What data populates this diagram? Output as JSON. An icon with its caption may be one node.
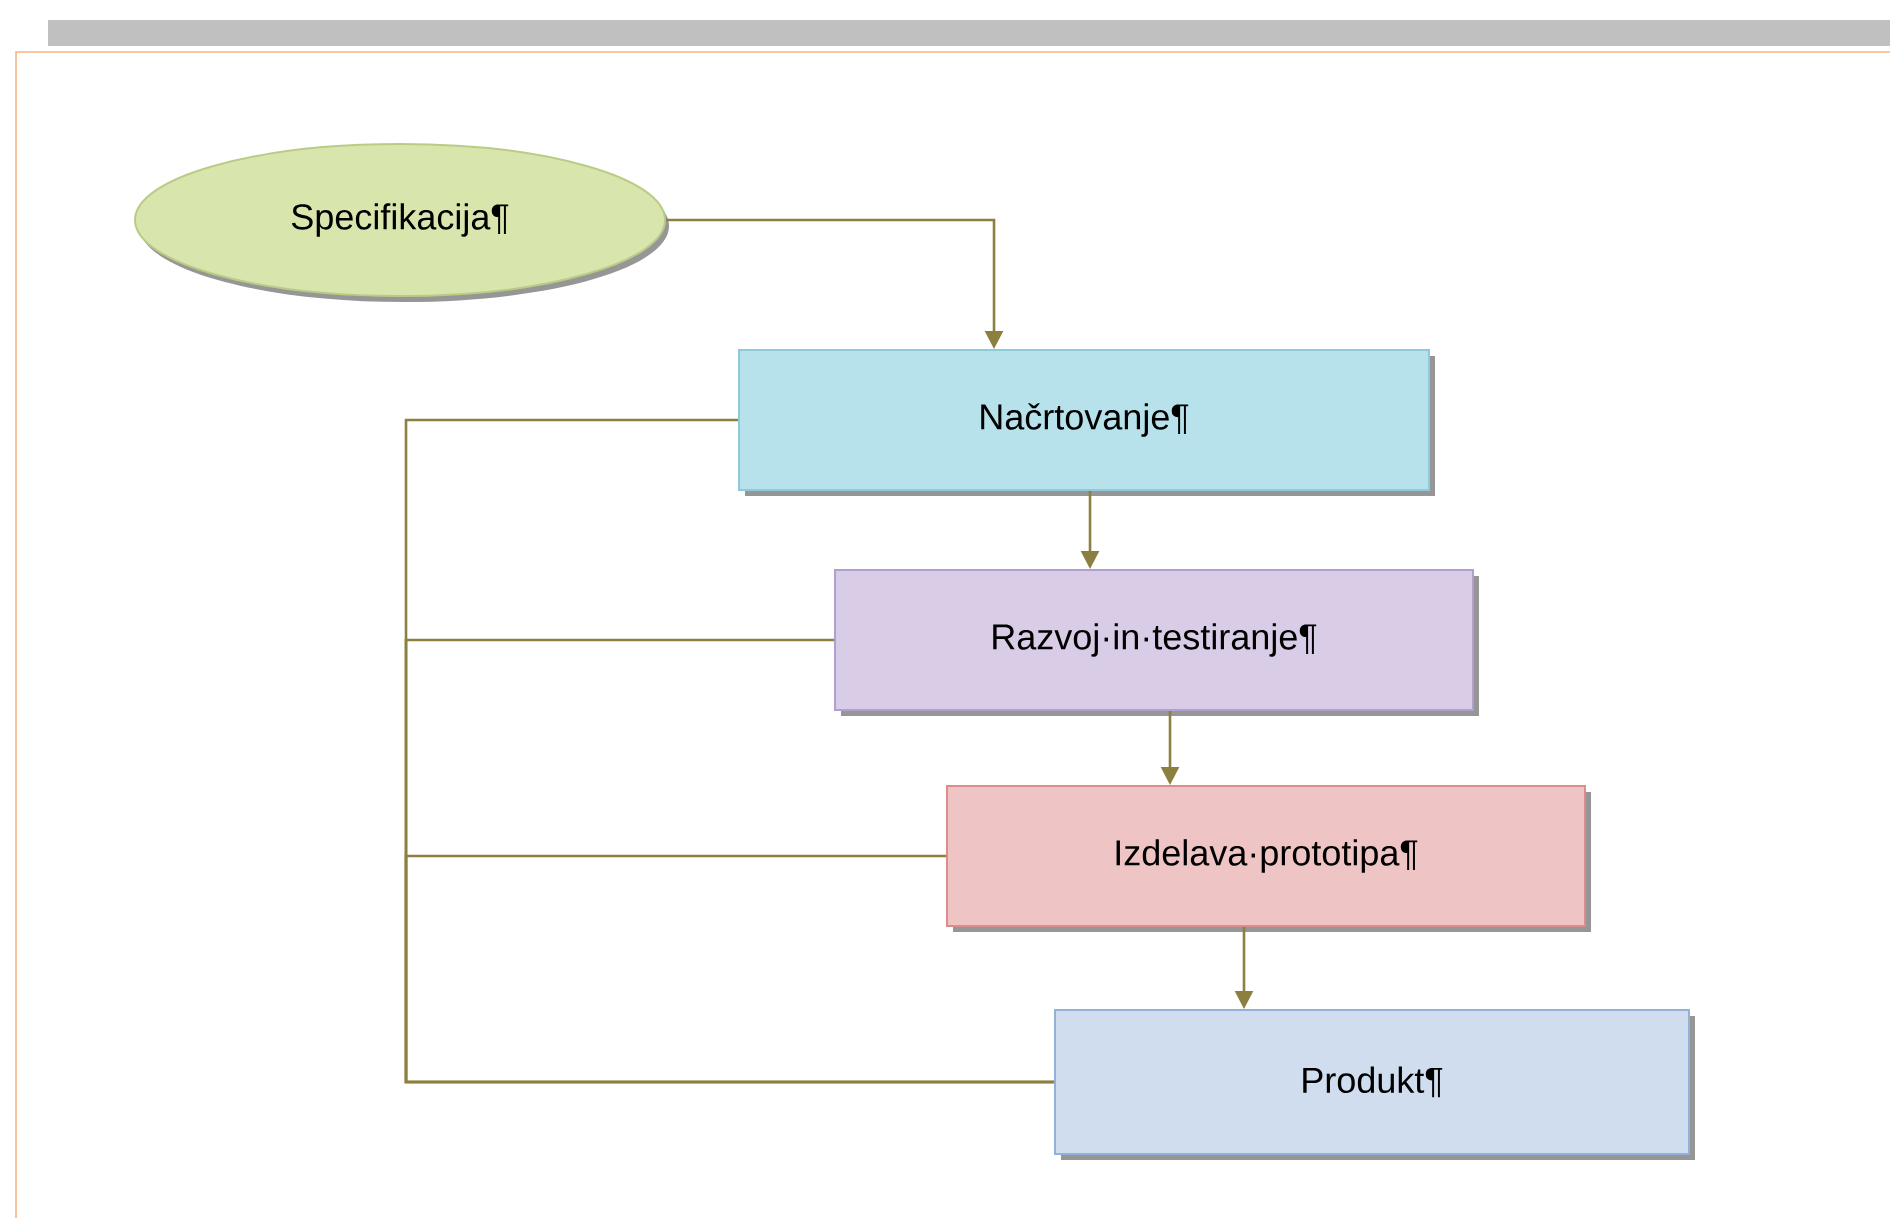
{
  "diagram": {
    "nodes": [
      {
        "text": [
          "Specifikacija¶"
        ]
      },
      {
        "text": [
          "Načrtovanje¶"
        ]
      },
      {
        "text": [
          "Razvoj·in·testiranje¶"
        ]
      },
      {
        "text": [
          "Izdelava·prototipa¶"
        ]
      },
      {
        "text": [
          "Produkt¶"
        ]
      }
    ],
    "edges": [
      {
        "from": 0,
        "to": 1,
        "arrow": "to"
      },
      {
        "from": 1,
        "to": 2,
        "arrow": "to"
      },
      {
        "from": 2,
        "to": 3,
        "arrow": "to"
      },
      {
        "from": 3,
        "to": 4,
        "arrow": "to"
      },
      {
        "from": 4,
        "to": 1,
        "arrow": "none"
      },
      {
        "from": 4,
        "to": 2,
        "arrow": "none"
      },
      {
        "from": 4,
        "to": 3,
        "arrow": "none"
      }
    ]
  }
}
